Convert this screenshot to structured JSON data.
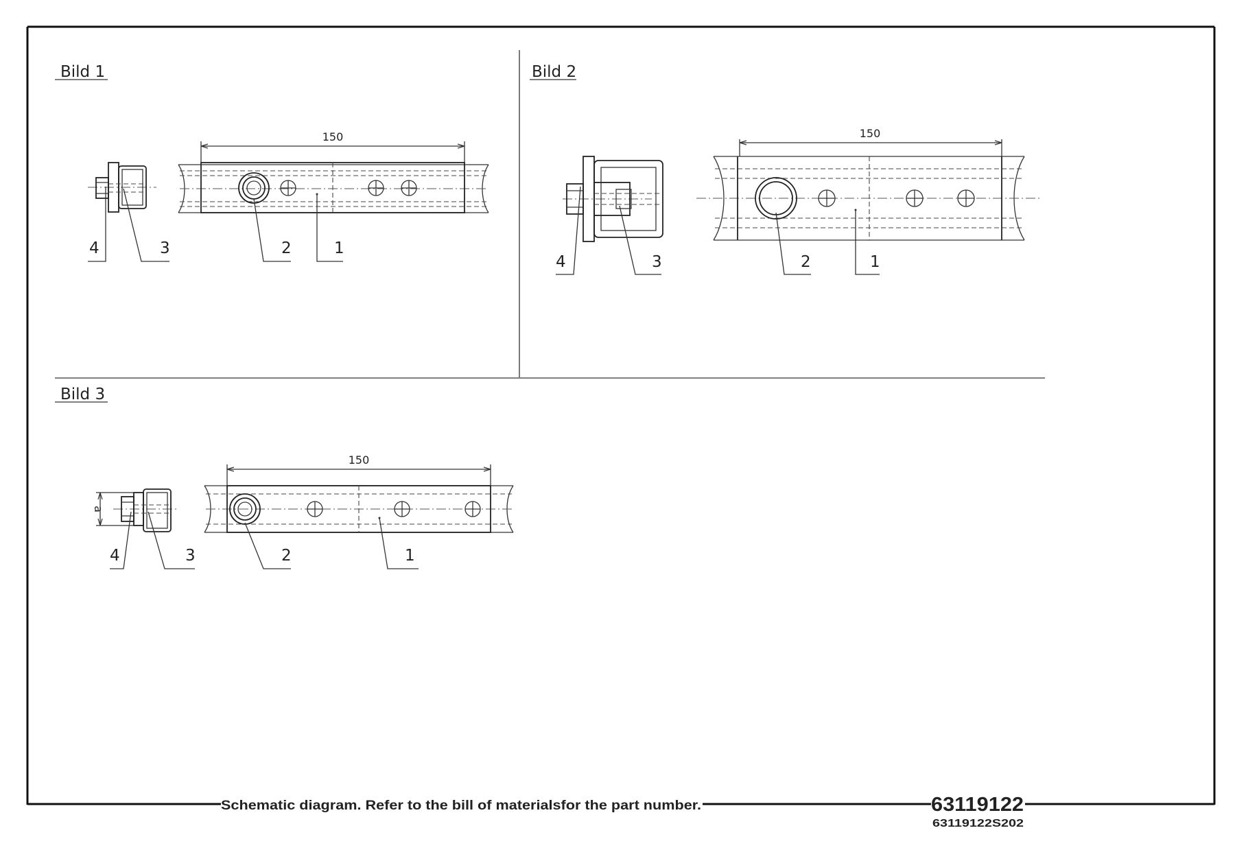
{
  "views": [
    {
      "title": "Bild 1",
      "dimension": "150",
      "callouts": [
        "4",
        "3",
        "2",
        "1"
      ]
    },
    {
      "title": "Bild 2",
      "dimension": "150",
      "callouts": [
        "4",
        "3",
        "2",
        "1"
      ]
    },
    {
      "title": "Bild 3",
      "dimension": "150",
      "callouts": [
        "4",
        "3",
        "2",
        "1"
      ],
      "dimension_a": "a"
    }
  ],
  "footer": {
    "note": "Schematic diagram. Refer to the bill of materialsfor the part number.",
    "part_number": "63119122",
    "drawing_number": "63119122S202"
  }
}
